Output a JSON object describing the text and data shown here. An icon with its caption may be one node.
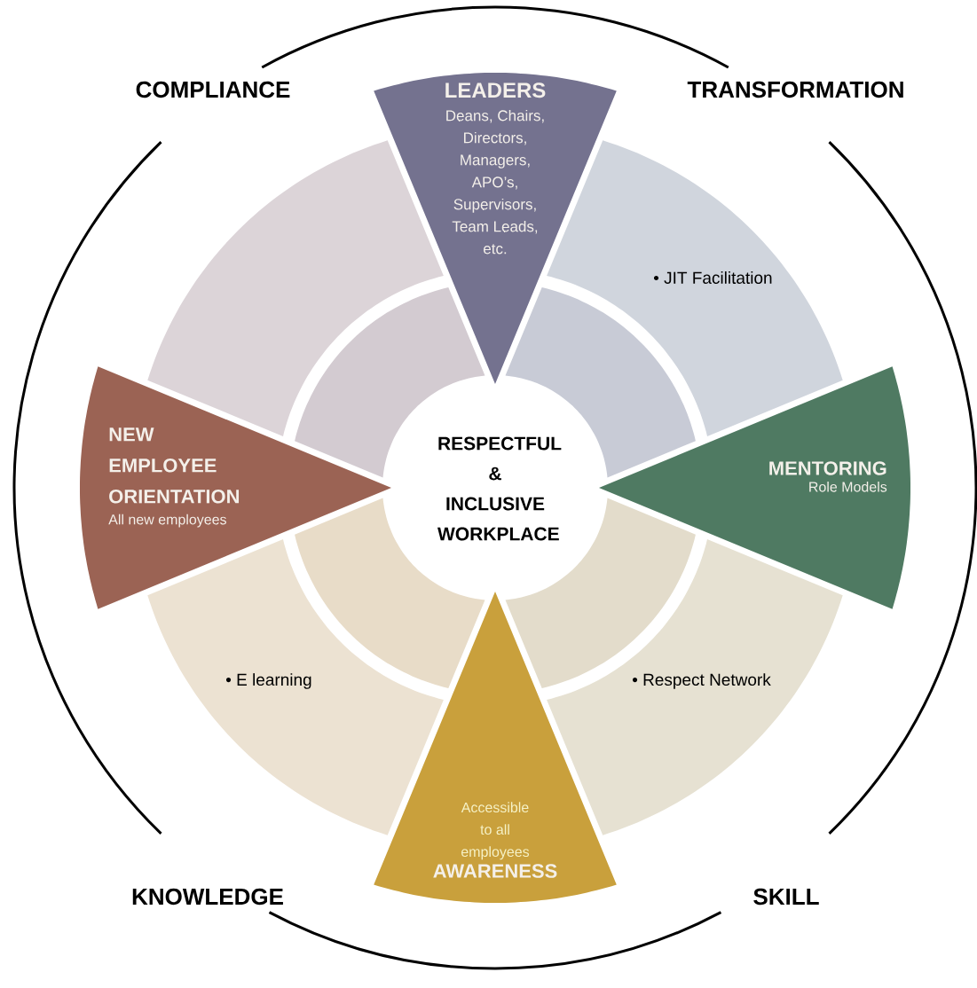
{
  "diagram": {
    "nodes": [
      {
        "text": [
          "LEADERS",
          "Deans, Chairs, Directors, Managers, APO’s, Supervisors, Team Leads, etc."
        ]
      },
      {
        "text": [],
        "shape": "band"
      },
      {
        "text": [
          "• JIT Facilitation"
        ]
      },
      {
        "text": [],
        "shape": "band"
      },
      {
        "text": [],
        "shape": "band"
      },
      {
        "text": [
          "NEW EMPLOYEE ORIENTATION",
          "All new employees"
        ]
      },
      {
        "text": [
          "RESPECTFUL & INCLUSIVE WORKPLACE"
        ]
      },
      {
        "text": [
          "MENTORING",
          "Role Models"
        ]
      },
      {
        "text": [],
        "shape": "band"
      },
      {
        "text": [],
        "shape": "band"
      },
      {
        "text": [
          "• E learning"
        ]
      },
      {
        "text": [
          "• Respect Network"
        ]
      },
      {
        "text": [
          "Accessible to all employees",
          "AWARENESS"
        ]
      }
    ],
    "labels": [
      "COMPLIANCE",
      "TRANSFORMATION",
      "KNOWLEDGE",
      "SKILL"
    ]
  }
}
